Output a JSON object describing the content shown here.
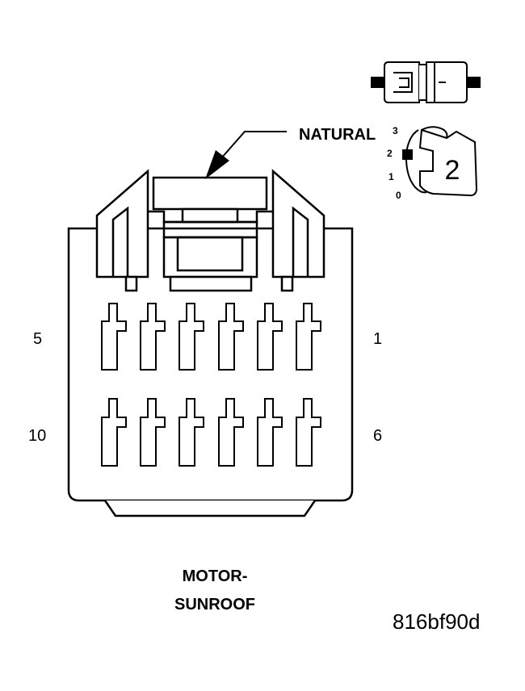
{
  "color_indicator": {
    "label": "NATURAL"
  },
  "pin_numbers": {
    "top_left": "5",
    "top_right": "1",
    "bottom_left": "10",
    "bottom_right": "6"
  },
  "connector_title": {
    "line1": "MOTOR-",
    "line2": "SUNROOF"
  },
  "reference_id": "816bf90d",
  "key_position": {
    "labels": [
      "3",
      "2",
      "1",
      "0"
    ],
    "selected": "2"
  },
  "terminal_rows": [
    {
      "row": "top",
      "pins": 6
    },
    {
      "row": "bottom",
      "pins": 6
    }
  ]
}
